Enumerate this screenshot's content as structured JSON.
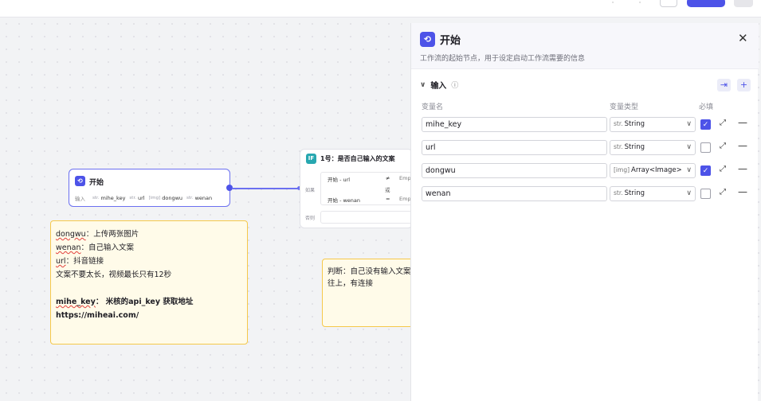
{
  "start_node": {
    "title": "开始",
    "icon": "start-icon",
    "output_label": "输入",
    "outputs": [
      {
        "type": "str.",
        "name": "mihe_key"
      },
      {
        "type": "str.",
        "name": "url"
      },
      {
        "type": "[img]",
        "name": "dongwu"
      },
      {
        "type": "str.",
        "name": "wenan"
      }
    ]
  },
  "if_node": {
    "icon_label": "IF",
    "title": "1号：是否自己输入的文案",
    "if_label": "如果",
    "else_label": "否则",
    "or_label": "或",
    "conditions": [
      {
        "left": "开始 - url",
        "op": "≠",
        "right": "Empt"
      },
      {
        "left": "开始 - wenan",
        "op": "=",
        "right": "Empt"
      }
    ]
  },
  "note1": {
    "lines": [
      {
        "key": "dongwu",
        "text": "：上传两张图片"
      },
      {
        "key": "wenan",
        "text": "：自己输入文案"
      },
      {
        "key": "url",
        "text": "：抖音链接"
      },
      {
        "key": "",
        "text": "文案不要太长，视频最长只有12秒"
      },
      {
        "key": "",
        "text": ""
      },
      {
        "key": "mihe_key",
        "text": "： 米核的api_key 获取地址"
      },
      {
        "key": "",
        "text": "https://miheai.com/"
      }
    ]
  },
  "note2": {
    "line1": "判断：自己没有输入文案",
    "line2": "往上，有连接"
  },
  "panel": {
    "icon": "start-icon",
    "title": "开始",
    "description": "工作流的起始节点，用于设定启动工作流需要的信息",
    "section_title": "输入",
    "col_name": "变量名",
    "col_type": "变量类型",
    "col_required": "必填",
    "variables": [
      {
        "name": "mihe_key",
        "type_prefix": "str.",
        "type": "String",
        "required": true
      },
      {
        "name": "url",
        "type_prefix": "str.",
        "type": "String",
        "required": false
      },
      {
        "name": "dongwu",
        "type_prefix": "[img]",
        "type": "Array<Image>",
        "required": true
      },
      {
        "name": "wenan",
        "type_prefix": "str.",
        "type": "String",
        "required": false
      }
    ],
    "close_icon": "close-icon"
  },
  "colors": {
    "accent": "#4d53e8",
    "note_bg": "#fffbe9",
    "note_border": "#f5c84a"
  }
}
